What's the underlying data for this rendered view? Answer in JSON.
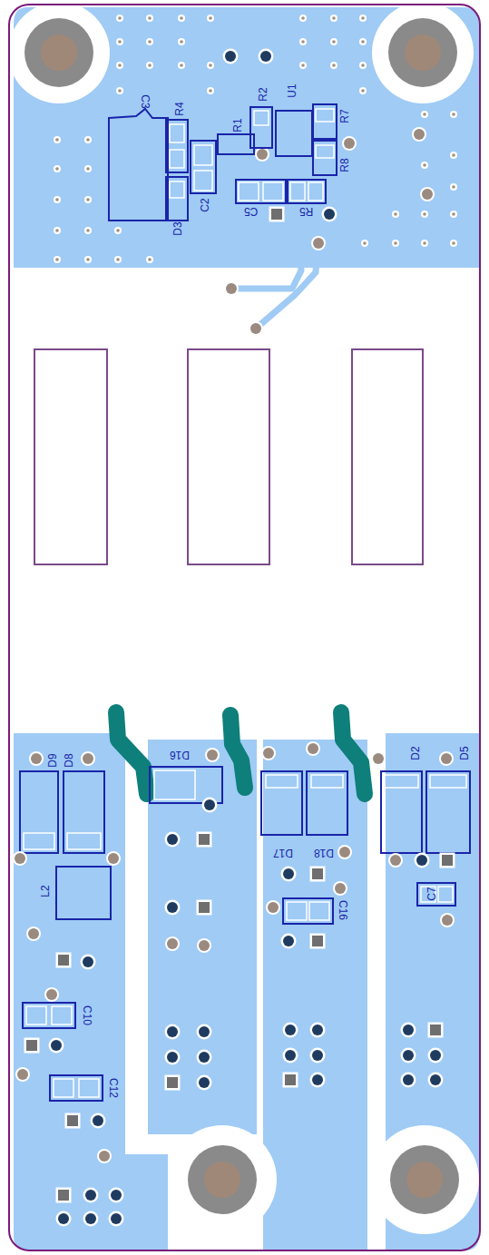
{
  "diagram": {
    "labels": [
      "C3",
      "R4",
      "R2",
      "U1",
      "R1",
      "R7",
      "R8",
      "C2",
      "C5",
      "R5",
      "D3",
      "D9",
      "D8",
      "D16",
      "D17",
      "D18",
      "D2",
      "D5",
      "L2",
      "C16",
      "C7",
      "C10",
      "C12"
    ]
  }
}
